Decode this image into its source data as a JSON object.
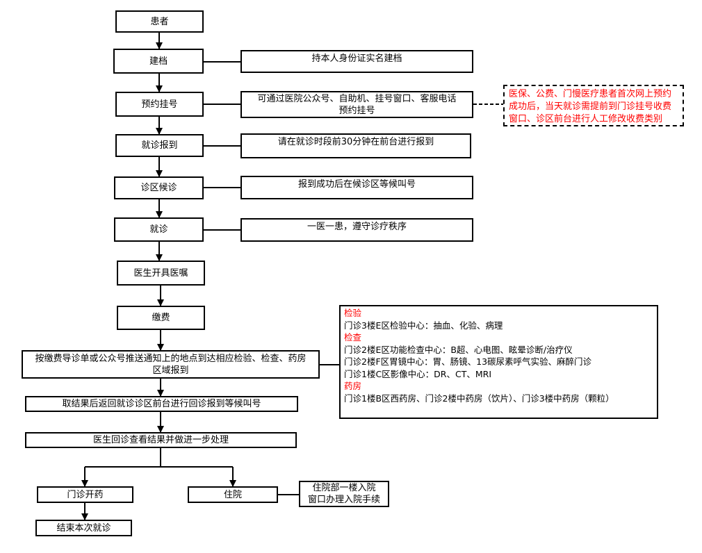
{
  "colors": {
    "highlight": "#ff0000",
    "line": "#000000"
  },
  "main_steps": {
    "patient": "患者",
    "register": "建档",
    "appointment": "预约挂号",
    "checkin": "就诊报到",
    "waiting": "诊区候诊",
    "consult": "就诊",
    "orders": "医生开具医嘱",
    "payment": "缴费",
    "go_to_area_line1": "按缴费导诊单或公众号推送通知上的地点到达相应检验、检查、药房",
    "go_to_area_line2": "区域报到",
    "return_checkin": "取结果后返回就诊诊区前台进行回诊报到等候叫号",
    "doctor_review": "医生回诊查看结果并做进一步处理",
    "outpatient_medicine": "门诊开药",
    "hospitalization": "住院",
    "end": "结束本次就诊"
  },
  "side_notes": {
    "register": "持本人身份证实名建档",
    "appointment_line1": "可通过医院公众号、自助机、挂号窗口、客服电话",
    "appointment_line2": "预约挂号",
    "checkin": "请在就诊时段前30分钟在前台进行报到",
    "waiting": "报到成功后在候诊区等候叫号",
    "consult": "一医一患，遵守诊疗秩序",
    "hospitalization_line1": "住院部一楼入院",
    "hospitalization_line2": "窗口办理入院手续"
  },
  "insurance_note": {
    "line1": "医保、公费、门慢医疗患者首次网上预约",
    "line2": "成功后，当天就诊需提前到门诊挂号收费",
    "line3": "窗口、诊区前台进行人工修改收费类别"
  },
  "locations": {
    "lab_heading": "检验",
    "lab_line1": "门诊3楼E区检验中心：抽血、化验、病理",
    "exam_heading": "检查",
    "exam_line1": "门诊2楼E区功能检查中心：B超、心电图、眩晕诊断/治疗仪",
    "exam_line2": "门诊2楼F区胃镜中心：胃、肠镜、13碳尿素呼气实验、麻醉门诊",
    "exam_line3": "门诊1楼C区影像中心：DR、CT、MRI",
    "pharmacy_heading": "药房",
    "pharmacy_line1": "门诊1楼B区西药房、门诊2楼中药房（饮片）、门诊3楼中药房（颗粒）"
  }
}
